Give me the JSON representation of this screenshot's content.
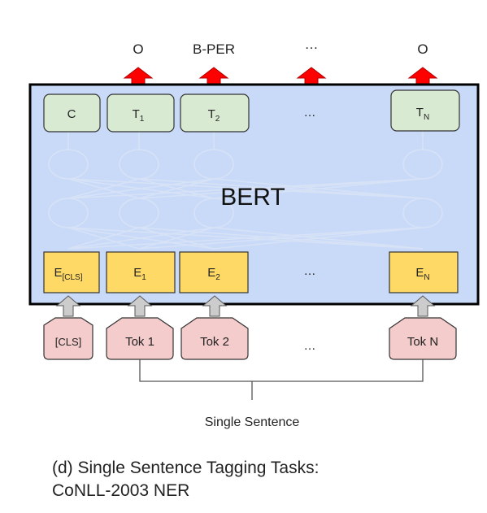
{
  "model_label": "BERT",
  "output_labels": [
    "O",
    "B-PER",
    "…",
    "O"
  ],
  "output_tokens": [
    {
      "main": "C",
      "sub": ""
    },
    {
      "main": "T",
      "sub": "1"
    },
    {
      "main": "T",
      "sub": "2"
    },
    {
      "main": "…",
      "sub": ""
    },
    {
      "main": "T",
      "sub": "N"
    }
  ],
  "embedding_tokens": [
    {
      "main": "E",
      "sub": "[CLS]"
    },
    {
      "main": "E",
      "sub": "1"
    },
    {
      "main": "E",
      "sub": "2"
    },
    {
      "main": "…",
      "sub": ""
    },
    {
      "main": "E",
      "sub": "N"
    }
  ],
  "input_tokens": [
    "[CLS]",
    "Tok 1",
    "Tok 2",
    "…",
    "Tok N"
  ],
  "input_group_label": "Single Sentence",
  "caption": {
    "line1": "(d) Single Sentence Tagging Tasks:",
    "line2": "CoNLL-2003 NER"
  },
  "colors": {
    "bert_bg": "#c9daf8",
    "output_box": "#d9ead3",
    "embed_box": "#ffd966",
    "input_box": "#f4cccc",
    "up_arrow_red": "#ff0000",
    "up_arrow_gray": "#cccccc"
  }
}
